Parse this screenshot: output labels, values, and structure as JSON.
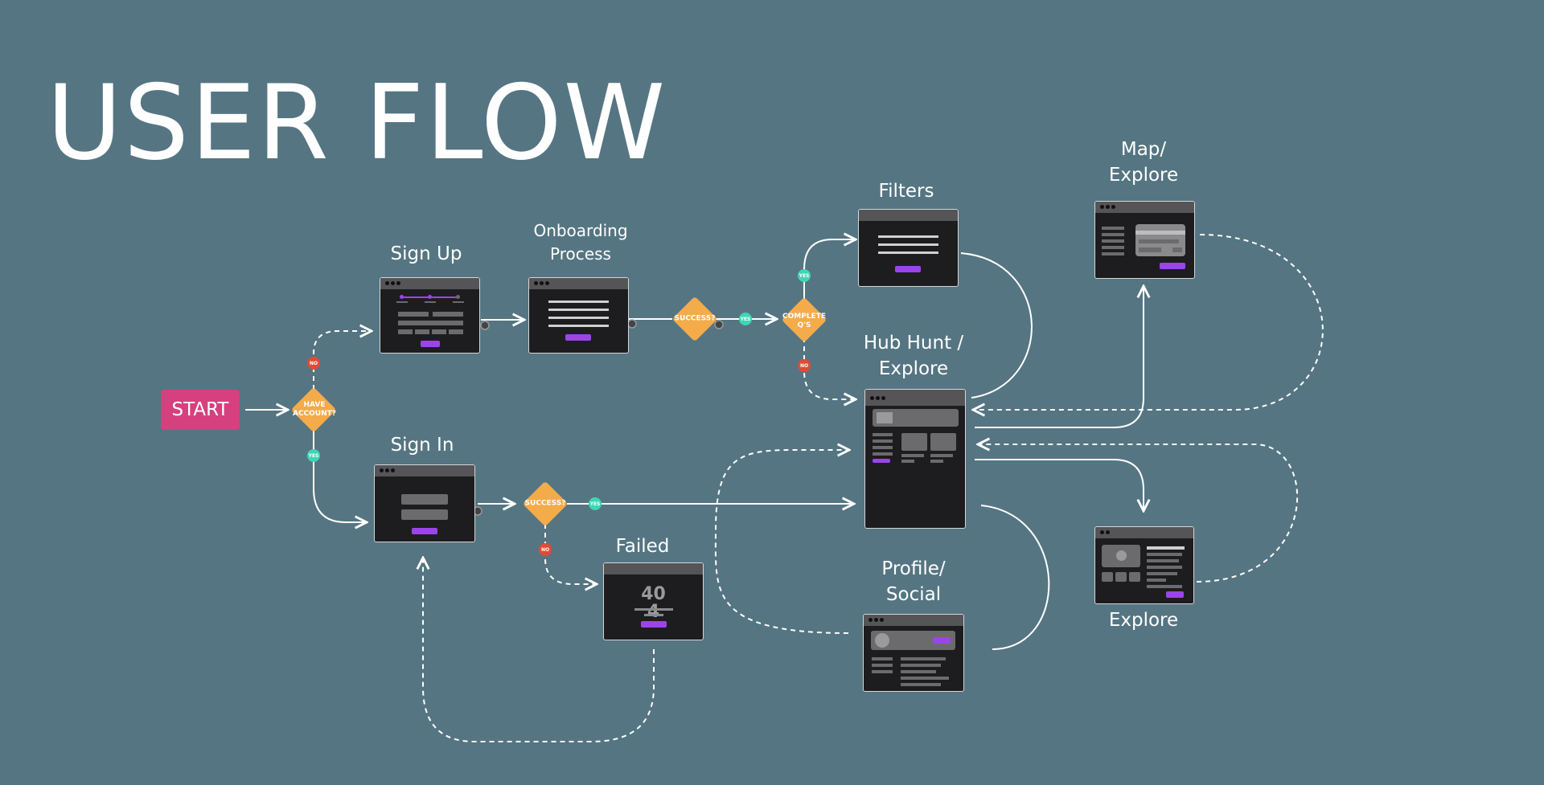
{
  "title": "USER FLOW",
  "start_label": "START",
  "labels": {
    "sign_up": "Sign Up",
    "onboarding": "Onboarding\nProcess",
    "filters": "Filters",
    "map_explore": "Map/\nExplore",
    "hub_hunt": "Hub Hunt /\nExplore",
    "sign_in": "Sign In",
    "failed": "Failed",
    "profile_social": "Profile/\nSocial",
    "explore": "Explore"
  },
  "decisions": {
    "have_account": "HAVE\nACCOUNT?",
    "signup_success": "SUCCESS?",
    "complete_qs": "COMPLETE\nQ'S",
    "signin_success": "SUCCESS?"
  },
  "badges": {
    "yes": "YES",
    "no": "NO"
  },
  "failed_screen_text": "40\n4",
  "colors": {
    "background": "#557582",
    "start": "#d6407e",
    "decision": "#f4ab4a",
    "yes": "#3ed6b4",
    "no": "#e04b35",
    "screen": "#1d1d20",
    "accent_button": "#9b45e8"
  }
}
